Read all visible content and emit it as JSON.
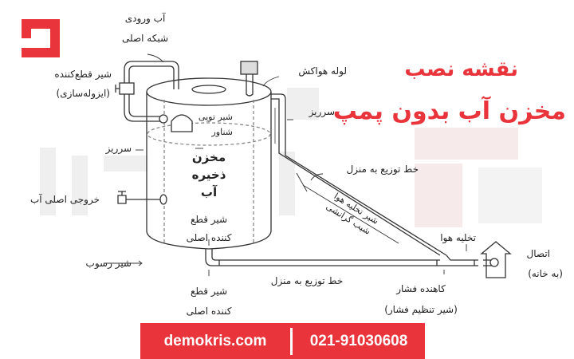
{
  "title": {
    "line1": "نقشه نصب",
    "line2": "مخزن آب بدون پمپ"
  },
  "colors": {
    "brand": "#e8343a",
    "line": "#333333",
    "watermark": "#ececec"
  },
  "logo": {
    "icon": "demokris-logo-icon"
  },
  "labels": {
    "inlet_1": "آب ورودی",
    "inlet_2": "شبکه اصلی",
    "isolation_1": "شیر قطع‌کننده",
    "isolation_2": "(ایزوله‌سازی)",
    "float_1": "شیر توپی",
    "float_2": "شناور",
    "overflow_left": "سرریز",
    "tank_1": "مخزن",
    "tank_2": "ذخیره",
    "tank_3": "آب",
    "main_outlet": "خروجی اصلی آب",
    "shutoff_inner_1": "شیر قطع",
    "shutoff_inner_2": "کننده اصلی",
    "sediment_valve": "شیر رسوب",
    "shutoff_bottom_1": "شیر قطع",
    "shutoff_bottom_2": "کننده اصلی",
    "distribution_bottom": "خط توزیع به منزل",
    "pressure_1": "کاهنده فشار",
    "pressure_2": "(شیر تنظیم فشار)",
    "connection_1": "اتصال",
    "connection_2": "(به خانه)",
    "air_release": "تخلیه هوا",
    "air_valve": "شیر تخلیه هوا",
    "gravity_slope": "شیب گرانشی",
    "distribution_top": "خط توزیع به منزل",
    "overflow_right": "سرریز",
    "vent_pipe": "لوله هواکش"
  },
  "banner": {
    "website": "demokris.com",
    "phone": "021-91030608"
  }
}
